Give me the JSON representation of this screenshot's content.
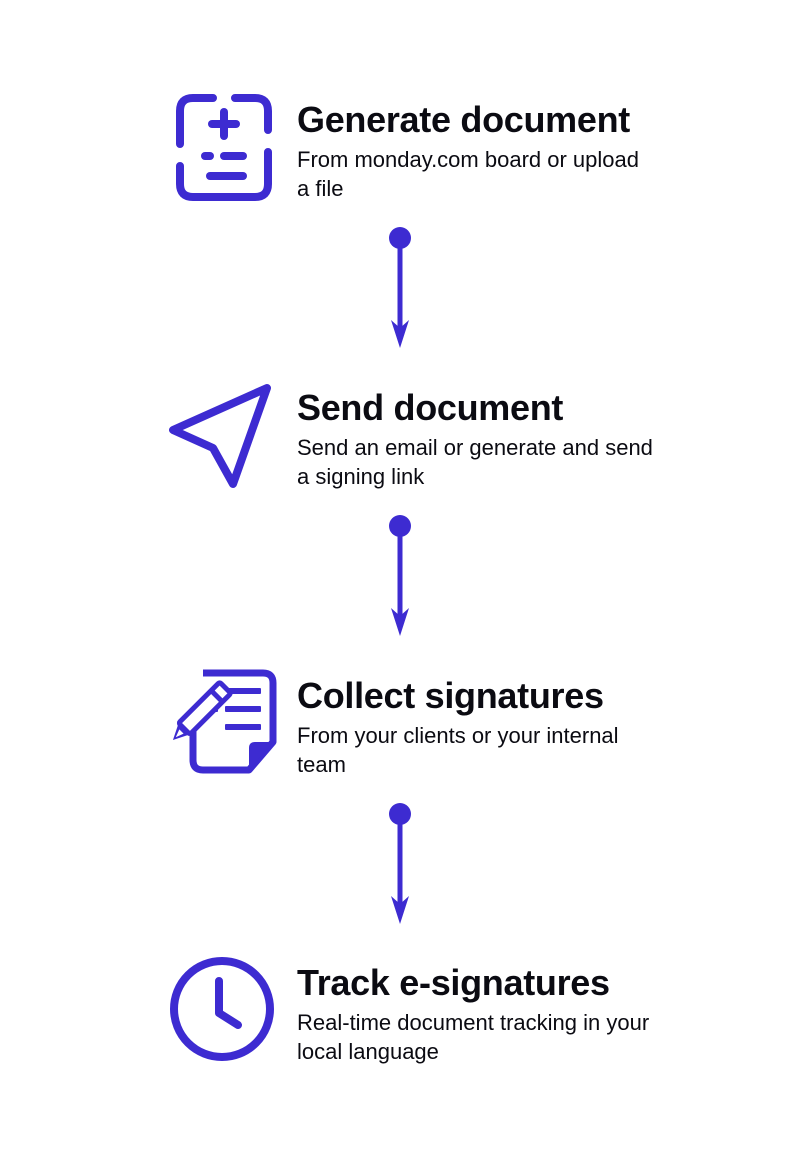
{
  "accent_color": "#3D2BD1",
  "steps": [
    {
      "icon": "document-plus-minus-icon",
      "title": "Generate document",
      "description": "From monday.com board or upload a file"
    },
    {
      "icon": "send-arrow-icon",
      "title": "Send document",
      "description": "Send an email or generate and send a signing link"
    },
    {
      "icon": "document-pencil-icon",
      "title": "Collect signatures",
      "description": "From your clients or your internal team"
    },
    {
      "icon": "clock-icon",
      "title": "Track e-signatures",
      "description": "Real-time document tracking in your local language"
    }
  ]
}
